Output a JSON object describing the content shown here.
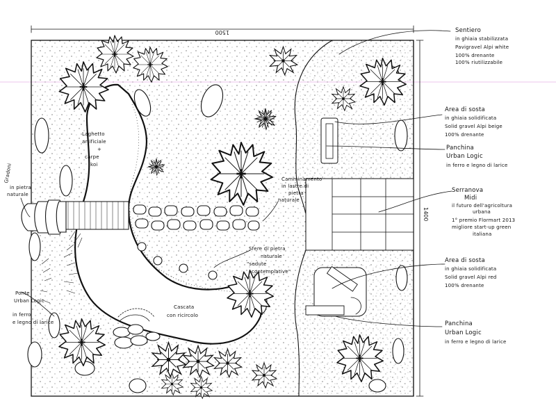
{
  "dimensions": {
    "width_label": "1500",
    "height_label": "1400"
  },
  "labels": {
    "sentiero": [
      "Sentiero",
      "in ghiaia stabilizzata",
      "Pavigravel Alpi white",
      "100% drenante",
      "100% riutilizzabile"
    ],
    "area_sosta_1": [
      "Area di sosta",
      "in ghiaia solidificata",
      "Solid gravel Alpi beige",
      "100% drenante"
    ],
    "panchina_1": [
      "Panchina",
      "Urban Logic",
      "in ferro e legno di larice"
    ],
    "serranova": [
      "Serranova",
      "Midi",
      "il futuro dell'agricoltura",
      "urbana",
      "1° premio Flormart 2013",
      "migliore start-up green",
      "italiana"
    ],
    "area_sosta_2": [
      "Area di sosta",
      "in ghiaia solidificata",
      "Solid gravel Alpi red",
      "100% drenante"
    ],
    "panchina_2": [
      "Panchina",
      "Urban Logic",
      "in ferro e legno di larice"
    ],
    "laghetto": [
      "Laghetto",
      "artificiale",
      "+",
      "carpe",
      "koi"
    ],
    "camminamento": [
      "Camminamento",
      "in lastre di",
      "pietra",
      "naturale"
    ],
    "gradoni": [
      "Gradoni",
      "in pietra",
      "naturale"
    ],
    "sfere": [
      "Sfere di pietra",
      "naturale",
      "\"sedute",
      "contemplative\""
    ],
    "ponte": [
      "Ponte",
      "Urban Logic",
      "in ferro",
      "e legno di larice"
    ],
    "cascata": [
      "Cascata",
      "con ricircolo"
    ]
  },
  "icons": [
    "tree-symbol",
    "shrub-symbol",
    "boulder",
    "bench",
    "dimension-arrow"
  ]
}
